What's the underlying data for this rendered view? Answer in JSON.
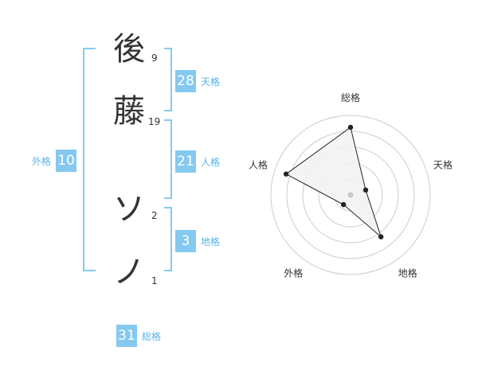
{
  "name": [
    {
      "char": "後",
      "strokes": "9"
    },
    {
      "char": "藤",
      "strokes": "19"
    },
    {
      "char": "ソ",
      "strokes": "2"
    },
    {
      "char": "ノ",
      "strokes": "1"
    }
  ],
  "fortunes": {
    "tenkaku": {
      "value": "28",
      "label": "天格"
    },
    "jinkaku": {
      "value": "21",
      "label": "人格"
    },
    "chikaku": {
      "value": "3",
      "label": "地格"
    },
    "gaikaku": {
      "value": "10",
      "label": "外格"
    },
    "soukaku": {
      "value": "31",
      "label": "総格"
    }
  },
  "chart_data": {
    "type": "radar",
    "axes": [
      "総格",
      "天格",
      "地格",
      "外格",
      "人格"
    ],
    "values": [
      0.85,
      0.2,
      0.65,
      0.15,
      0.85
    ],
    "rings": 5,
    "colors": {
      "fill": "#f2f2f2",
      "stroke": "#222222",
      "grid": "#cccccc",
      "center": "#c8c8c8"
    }
  }
}
